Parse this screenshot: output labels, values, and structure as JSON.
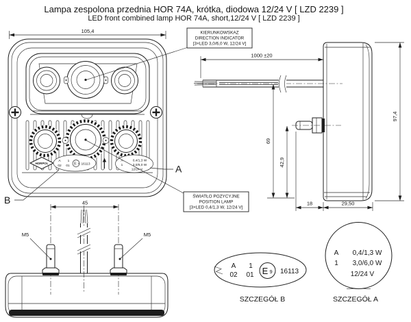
{
  "colors": {
    "line": "#1d1d1d",
    "background": "#ffffff"
  },
  "title": {
    "line1": "Lampa zespolona przednia HOR 74A, krótka, diodowa 12/24 V [ LZD 2239 ]",
    "line2": "LED front combined lamp HOR 74A, short,12/24 V [ LZD 2239 ]"
  },
  "front_view": {
    "width_dim": "105,4",
    "label_a": "A",
    "label_b": "B",
    "logo": "HORPOL"
  },
  "callouts": {
    "direction": {
      "line1": "KIERUNKOWSKAZ",
      "line2": "DIRECTION INDICATOR",
      "line3": "[3×LED 3,0/6,0 W, 12/24 V]"
    },
    "position": {
      "line1": "ŚWIATŁO POZYCYJNE",
      "line2": "POSITION LAMP",
      "line3": "[3×LED 0,4/1,3 W, 12/24 V]"
    }
  },
  "side_view": {
    "cable_length_dim": "1000 ±20",
    "height_dim": "97,4",
    "cable_height_dim": "69",
    "stud_height_dim": "42,9",
    "stud_length_dim": "18",
    "depth_dim": "29,50"
  },
  "bottom_view": {
    "stud_spacing_dim": "45",
    "left_stud_label": "M5",
    "right_stud_label": "M5"
  },
  "detail_b": {
    "caption": "SZCZEGÓŁ B",
    "col1_top": "A",
    "col1_bottom": "02",
    "col2_top": "1",
    "col2_bottom": "01",
    "e_mark_letter": "E",
    "e_mark_digit": "9",
    "approval_number": "16113"
  },
  "detail_a": {
    "caption": "SZCZEGÓŁ A",
    "row1_label": "A",
    "row1_value": "0,4/1,3 W",
    "row2_label": "1",
    "row2_value": "3,0/6,0 W",
    "row3_value": "12/24 V"
  }
}
